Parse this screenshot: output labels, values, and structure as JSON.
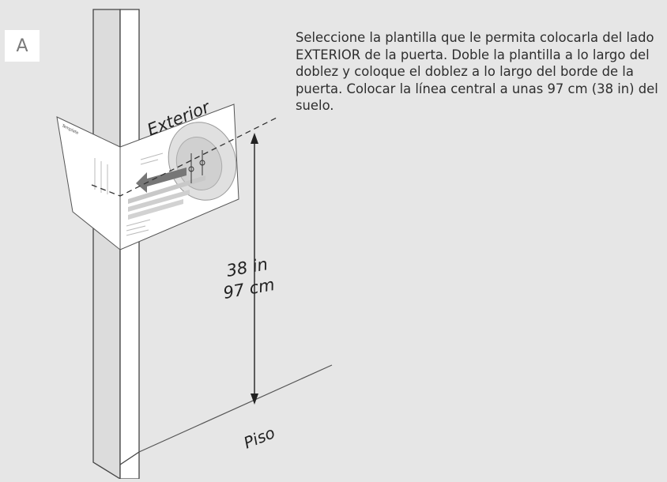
{
  "step_label": "A",
  "instructions": "Seleccione la plantilla que le permita colocarla del lado EXTERIOR de la puerta. Doble la plantilla a lo largo del doblez y coloque el doblez a lo largo del borde de la puerta. Colocar la línea central a unas 97 cm (38 in) del suelo.",
  "diagram": {
    "exterior_label": "Exterior",
    "height_in": "38 in",
    "height_cm": "97 cm",
    "floor_label": "Piso",
    "template_title": "Template"
  },
  "colors": {
    "background": "#e6e6e6",
    "door": "#ffffff",
    "door_shadow": "#dcdcdc",
    "line": "#333333"
  }
}
